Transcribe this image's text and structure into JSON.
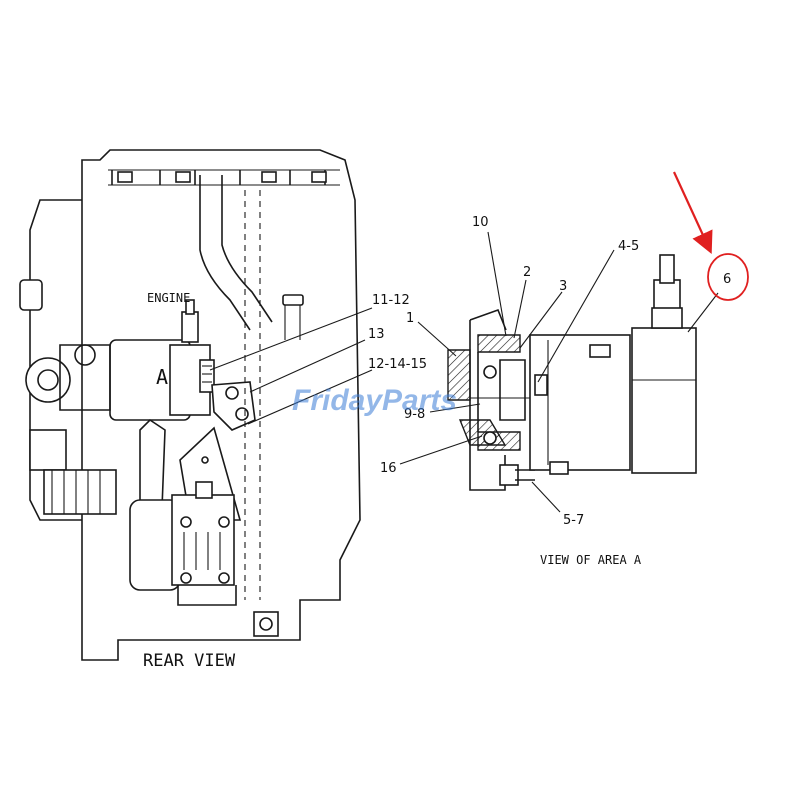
{
  "labels": {
    "engine": "ENGINE",
    "area_a": "A",
    "rear_view": "REAR VIEW",
    "view_of_area_a": "VIEW OF AREA A"
  },
  "callouts": {
    "c11_12": "11-12",
    "c13": "13",
    "c12_14_15": "12-14-15",
    "c10": "10",
    "c2": "2",
    "c3": "3",
    "c1": "1",
    "c4_5": "4-5",
    "c9_8": "9-8",
    "c16": "16",
    "c5_7": "5-7",
    "c6": "6"
  },
  "watermark": {
    "text": "FridayParts",
    "color": "#3a7bd5"
  },
  "highlight": {
    "color": "#e02020",
    "target_callout": "6"
  }
}
